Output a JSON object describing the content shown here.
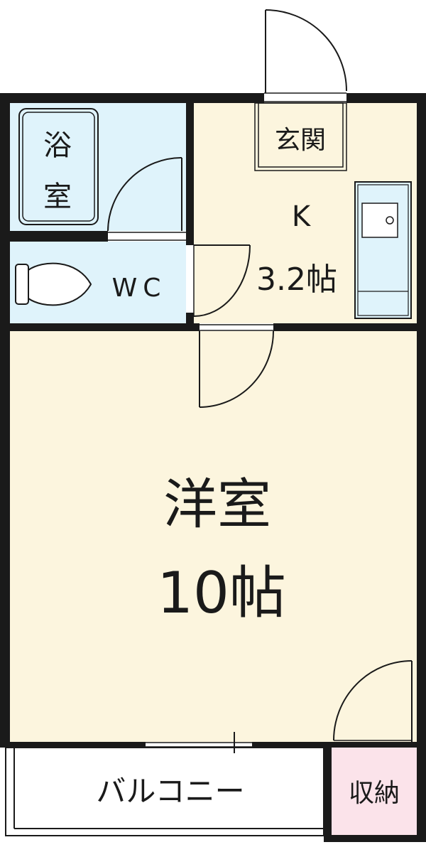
{
  "colors": {
    "wall": "#1a1a1a",
    "wet_area": "#dff3fb",
    "living_area": "#fcf5de",
    "storage": "#fbe3ea",
    "balcony": "#ffffff"
  },
  "rooms": {
    "bath": {
      "label_line1": "浴",
      "label_line2": "室"
    },
    "entrance": {
      "label": "玄関"
    },
    "kitchen": {
      "name": "K",
      "size": "3.2帖"
    },
    "wc": {
      "label": "WC"
    },
    "western": {
      "name": "洋室",
      "size": "10帖"
    },
    "balcony": {
      "label": "バルコニー"
    },
    "storage": {
      "label": "収納"
    }
  }
}
